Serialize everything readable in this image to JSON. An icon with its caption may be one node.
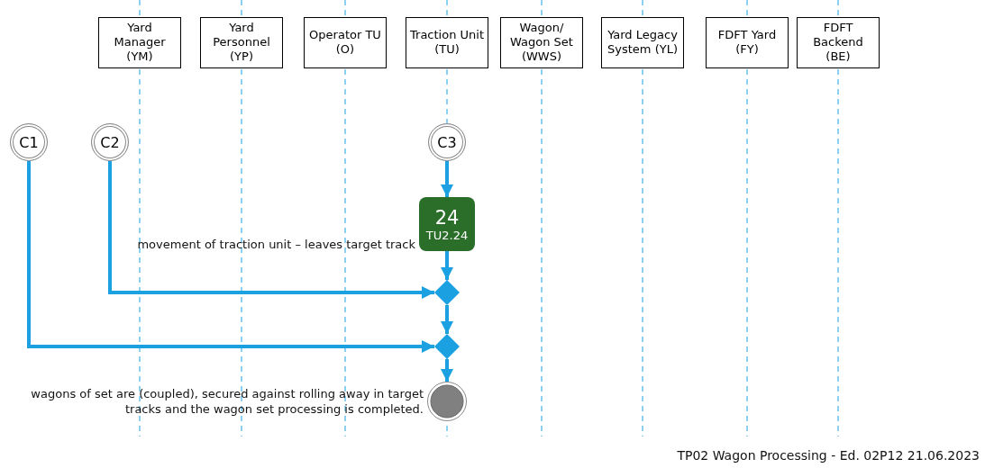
{
  "diagram": {
    "nodes": [
      {
        "text": [
          "Yard Manager (YM)"
        ]
      },
      {
        "text": [
          "Yard Personnel (YP)"
        ]
      },
      {
        "text": [
          "Operator TU (O)"
        ]
      },
      {
        "text": [
          "Traction Unit (TU)"
        ]
      },
      {
        "text": [
          "Wagon/ Wagon Set (WWS)"
        ]
      },
      {
        "text": [
          "Yard Legacy System (YL)"
        ]
      },
      {
        "text": [
          "FDFT Yard (FY)"
        ]
      },
      {
        "text": [
          "FDFT Backend (BE)"
        ]
      },
      {
        "text": [
          "C1"
        ]
      },
      {
        "text": [
          "C2"
        ]
      },
      {
        "text": [
          "C3"
        ]
      },
      {
        "text": [
          "24",
          "TU2.24"
        ],
        "beside": [
          "movement of traction unit – leaves target track"
        ]
      },
      {
        "text": [],
        "shape": "diamond"
      },
      {
        "text": [],
        "shape": "diamond"
      },
      {
        "text": [],
        "shape": "circle",
        "beside": [
          "wagons of set are (coupled), secured against rolling away in target tracks and the wagon set processing is completed."
        ]
      }
    ],
    "edges": [
      {
        "from": 10,
        "to": 11,
        "arrow": "to"
      },
      {
        "from": 11,
        "to": 12,
        "arrow": "to"
      },
      {
        "from": 9,
        "to": 12,
        "arrow": "to"
      },
      {
        "from": 12,
        "to": 13,
        "arrow": "to"
      },
      {
        "from": 8,
        "to": 13,
        "arrow": "to"
      },
      {
        "from": 13,
        "to": 14,
        "arrow": "to"
      }
    ],
    "labels": [
      "TP02 Wagon Processing - Ed. 02P12 21.06.2023"
    ]
  }
}
